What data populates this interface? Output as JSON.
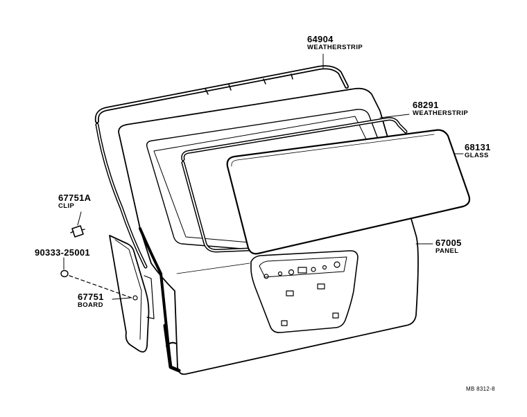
{
  "parts": [
    {
      "id": "weatherstrip-outer",
      "number": "64904",
      "name": "WEATHERSTRIP"
    },
    {
      "id": "weatherstrip-glass",
      "number": "68291",
      "name": "WEATHERSTRIP"
    },
    {
      "id": "glass",
      "number": "68131",
      "name": "GLASS"
    },
    {
      "id": "clip",
      "number": "67751A",
      "name": "CLIP"
    },
    {
      "id": "plug",
      "number": "90333-25001",
      "name": ""
    },
    {
      "id": "board",
      "number": "67751",
      "name": "BOARD"
    },
    {
      "id": "panel",
      "number": "67005",
      "name": "PANEL"
    }
  ],
  "drawing_code": "MB 8312-8"
}
